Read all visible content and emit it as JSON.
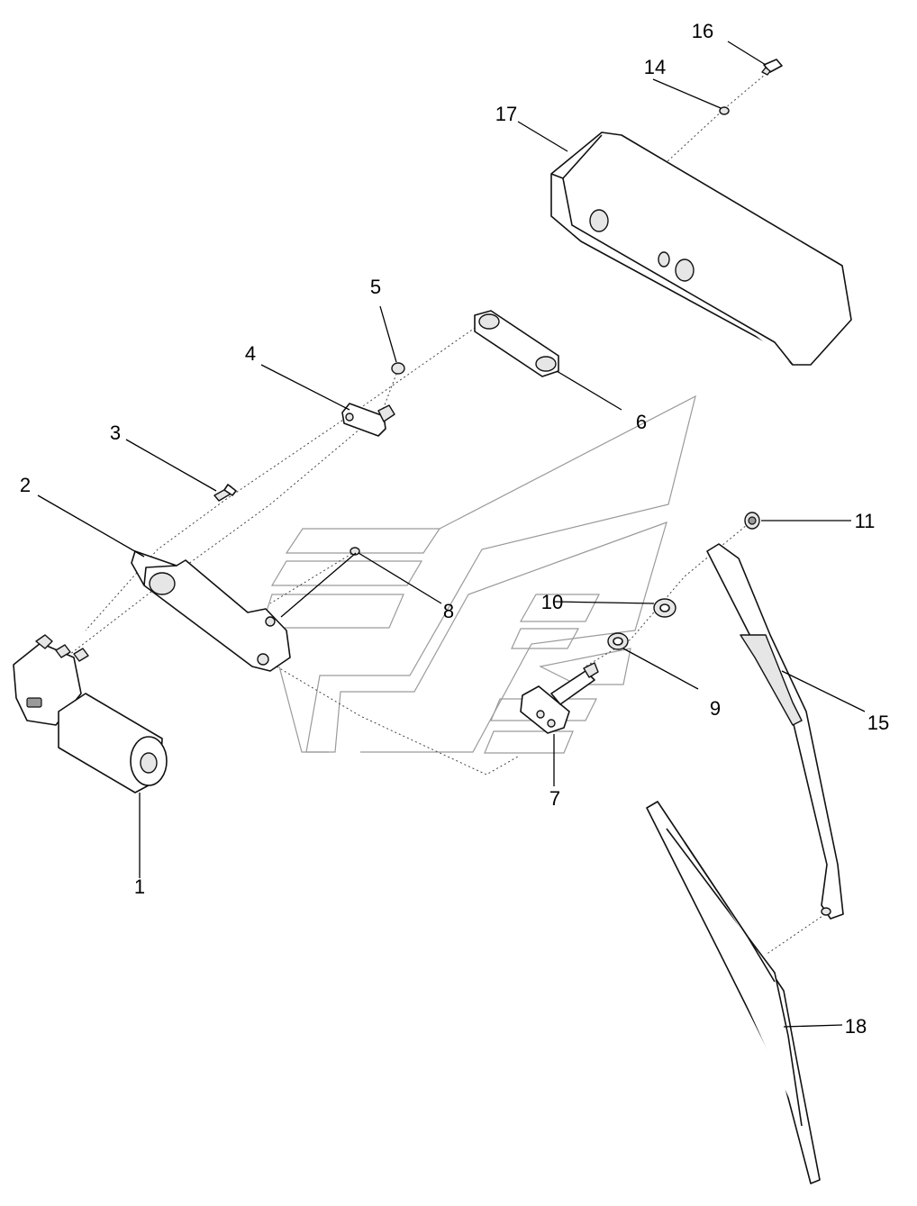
{
  "diagram": {
    "callouts": [
      "1",
      "2",
      "3",
      "4",
      "5",
      "6",
      "7",
      "8",
      "9",
      "10",
      "11",
      "14",
      "15",
      "16",
      "17",
      "18"
    ]
  }
}
